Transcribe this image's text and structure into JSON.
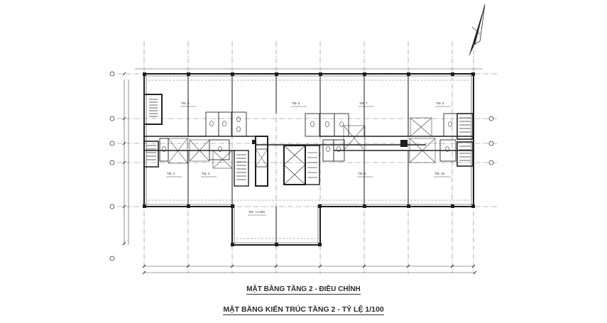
{
  "titles": {
    "subtitle": "MẶT BẰNG TẦNG 2 - ĐIỀU CHỈNH",
    "main": "MẶT BẰNG KIẾN TRÚC TẦNG 2  - TỶ LỆ 1/100"
  },
  "rooms": [
    {
      "id": "tm3",
      "label": "TM. 3"
    },
    {
      "id": "tm5",
      "label": "TM. 5"
    },
    {
      "id": "tm7",
      "label": "TM. 7"
    },
    {
      "id": "tm8",
      "label": "TM. 8"
    },
    {
      "id": "tm2",
      "label": "TM. 2"
    },
    {
      "id": "tm4",
      "label": "TM. 4"
    },
    {
      "id": "tm9",
      "label": "TM. 9"
    },
    {
      "id": "tm10",
      "label": "TM. 10"
    },
    {
      "id": "tm_lobby",
      "label": "TM. +1.600"
    }
  ],
  "colors": {
    "line": "#2a2a2a",
    "thin": "#555555",
    "background": "#ffffff"
  }
}
